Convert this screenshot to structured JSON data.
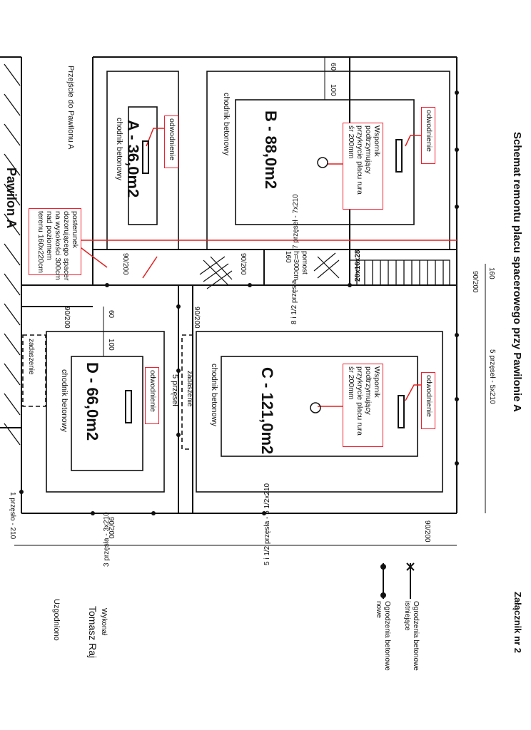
{
  "title": "Schemat remontu placu spacerowego przy Pawilonie A",
  "attachment": "Załącznik nr 2",
  "building": "Pawilon A",
  "passage": "Przejście do Pawilonu A",
  "colors": {
    "annotation": "#e02020",
    "lines": "#111111"
  },
  "yards": [
    {
      "id": "A",
      "label": "A - 36,0m2",
      "walkway": "chodnik betonowy",
      "drain": "odwodnienie"
    },
    {
      "id": "B",
      "label": "B - 88,0m2",
      "walkway": "chodnik betonowy",
      "drain": "odwodnienie",
      "support": [
        "Wspornik",
        "podtrzymujący",
        "przykrycie placu rura",
        "śr 200mm"
      ]
    },
    {
      "id": "C",
      "label": "C - 121,0m2",
      "walkway": "chodnik betonowy",
      "drain": "odwodnienie",
      "support": [
        "Wspornik",
        "podtrzymujący",
        "przykrycie placu rura",
        "śr 200mm"
      ]
    },
    {
      "id": "D",
      "label": "D - 66,0m2",
      "walkway": "chodnik betonowy",
      "drain": "odwodnienie"
    }
  ],
  "guard_post": [
    "posterunek",
    "dozorującego spacer",
    "na wysokości 300cm",
    "nad poziomem",
    "terenu 160x220cm"
  ],
  "platform": [
    "pomost",
    "h=300cm",
    "160"
  ],
  "stairs": "20x16x28",
  "canopy": "zadaszenie",
  "dims": {
    "d60": "60",
    "d100": "100",
    "d160": "160",
    "door": "90/200",
    "span7": "7 przęseł - 7x210",
    "span5top": "5 przęseł - 5x210",
    "span8": "8 i 1/2 przęsła",
    "span5mid": "5 przęseł",
    "span1": "1 przęsło - 210",
    "span3": "3 przęsła - 3x210",
    "span5half": "5 i 1/2 przęsła - 5 1/2x210"
  },
  "legend": [
    {
      "label": [
        "Ogrodzenia betonowe",
        "istniejące"
      ],
      "symbol": "cross"
    },
    {
      "label": [
        "Ogrodzenia betonowe",
        "nowe"
      ],
      "symbol": "dot"
    }
  ],
  "signatures": {
    "made_by_label": "Wykonał",
    "made_by_name": "Tomasz Raj",
    "agreed": "Uzgodniono"
  }
}
